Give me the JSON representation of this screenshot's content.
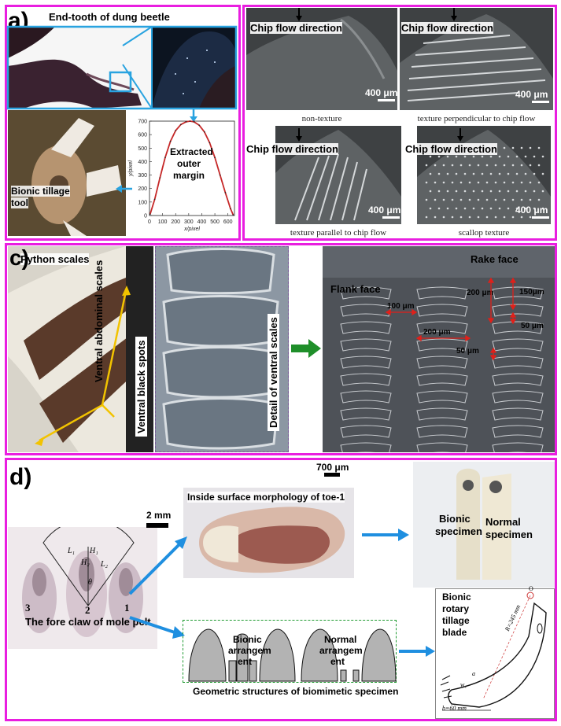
{
  "panel_a": {
    "label": "a)",
    "title": "End-tooth of dung beetle",
    "tool_label_1": "Bionic tillage",
    "tool_label_2": "tool",
    "margin_label_1": "Extracted",
    "margin_label_2": "outer",
    "margin_label_3": "margin",
    "chart_data": {
      "type": "line",
      "xlabel": "x/pixel",
      "ylabel": "y/pixel",
      "xlim": [
        0,
        650
      ],
      "ylim": [
        0,
        700
      ],
      "x_ticks": [
        "0",
        "100",
        "200",
        "300",
        "400",
        "500",
        "600"
      ],
      "y_ticks": [
        "0",
        "100",
        "200",
        "300",
        "400",
        "500",
        "600",
        "700"
      ],
      "series": [
        {
          "x": [
            5,
            40,
            80,
            120,
            160,
            200,
            240,
            280,
            310,
            340,
            380,
            420,
            460,
            500,
            540,
            580,
            620,
            640
          ],
          "y": [
            10,
            120,
            280,
            430,
            550,
            630,
            675,
            695,
            700,
            695,
            670,
            620,
            540,
            430,
            300,
            170,
            50,
            5
          ],
          "color": "#c62828"
        }
      ],
      "grid": false
    }
  },
  "panel_b": {
    "label": "b)",
    "images": [
      {
        "header": "Chip flow direction",
        "scale": "400 μm",
        "caption": "non-texture"
      },
      {
        "header": "Chip flow direction",
        "scale": "400 μm",
        "caption": "texture perpendicular to chip flow"
      },
      {
        "header": "Chip flow direction",
        "scale": "400 μm",
        "caption": "texture parallel to chip flow"
      },
      {
        "header": "Chip flow direction",
        "scale": "400 μm",
        "caption": "scallop texture"
      }
    ]
  },
  "panel_c": {
    "label": "c)",
    "python_scales": "Python scales",
    "ventral_abdominal": "Ventral abdominal scales",
    "ventral_black": "Ventral black spots",
    "detail_scales": "Detail of ventral scales",
    "rake_face": "Rake face",
    "flank_face": "Flank face",
    "dim_100": "100 μm",
    "dim_200a": "200 μm",
    "dim_150": "150μm",
    "dim_50a": "50 μm",
    "dim_200b": "200 μm",
    "dim_50b": "50 μm"
  },
  "panel_d": {
    "label": "d)",
    "scale_700": "700 μm",
    "scale_2mm": "2 mm",
    "toe_title": "Inside surface morphology of toe-1",
    "bionic_specimen_1": "Bionic",
    "bionic_specimen_2": "specimen",
    "normal_specimen_1": "Normal",
    "normal_specimen_2": "specimen",
    "claw_caption": "The fore claw of mole pelt",
    "claw_numbers": [
      "3",
      "2",
      "1"
    ],
    "claw_dims": {
      "l1": "L₁",
      "h1": "H₁",
      "h2": "H₂",
      "l2": "L₂",
      "theta": "θ"
    },
    "bionic_arr_1": "Bionic",
    "bionic_arr_2": "arrangem",
    "bionic_arr_3": "ent",
    "normal_arr_1": "Normal",
    "normal_arr_2": "arrangem",
    "normal_arr_3": "ent",
    "geom_caption": "Geometric structures of biomimetic specimen",
    "blade_title_1": "Bionic",
    "blade_title_2": "rotary",
    "blade_title_3": "tillage",
    "blade_title_4": "blade",
    "blade_r": "R=245 mm",
    "blade_b": "b=60 mm",
    "blade_o": "O",
    "blade_a": "a",
    "blade_w": "w₁"
  }
}
